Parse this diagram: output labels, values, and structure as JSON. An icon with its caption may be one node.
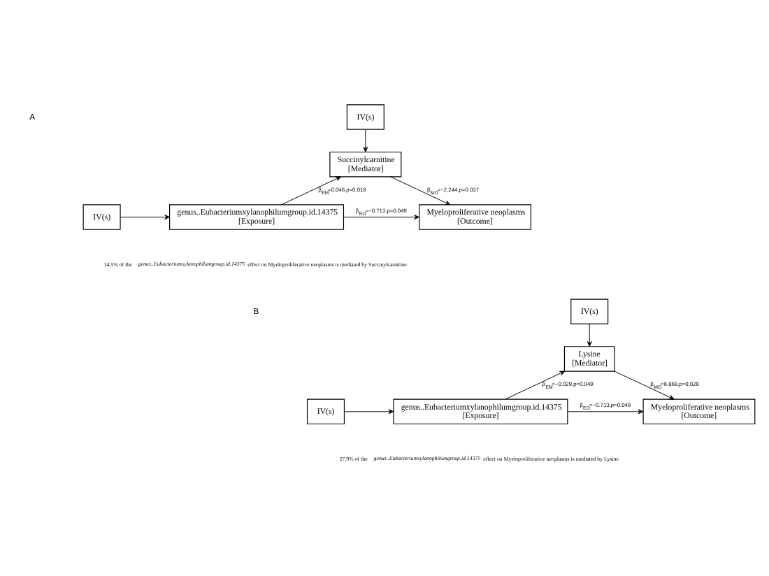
{
  "diagram": {
    "nodes": [
      {
        "text": [
          "IV(s)"
        ]
      },
      {
        "text": [
          "Succinylcarnitine",
          "[Mediator]"
        ]
      },
      {
        "text": [
          "IV(s)"
        ]
      },
      {
        "text": [
          "genus..Eubacteriumxylanophilumgroup.id.14375",
          "[Exposure]"
        ]
      },
      {
        "text": [
          "Myeloproliferative neoplasms",
          "[Outcome]"
        ]
      },
      {
        "text": [
          "IV(s)"
        ]
      },
      {
        "text": [
          "Lysine",
          "[Mediator]"
        ]
      },
      {
        "text": [
          "IV(s)"
        ]
      },
      {
        "text": [
          "genus..Eubacteriumxylanophilumgroup.id.14375",
          "[Exposure]"
        ]
      },
      {
        "text": [
          "Myeloproliferative neoplasms",
          "[Outcome]"
        ]
      }
    ],
    "edges": [
      {
        "from": 0,
        "to": 1,
        "arrow": "to"
      },
      {
        "from": 3,
        "to": 1,
        "arrow": "to",
        "label": "β$_{EM}$=0.046,p=0.018"
      },
      {
        "from": 1,
        "to": 4,
        "arrow": "to",
        "label": "β$_{MO}$=−2.244,p=0.037"
      },
      {
        "from": 2,
        "to": 3,
        "arrow": "to"
      },
      {
        "from": 3,
        "to": 4,
        "arrow": "to",
        "label": "β$_{EO}$=−0.713,p=0.049"
      },
      {
        "from": 5,
        "to": 6,
        "arrow": "to"
      },
      {
        "from": 8,
        "to": 6,
        "arrow": "to",
        "label": "β$_{EM}$=−0.029,p=0.049"
      },
      {
        "from": 6,
        "to": 9,
        "arrow": "to",
        "label": "β$_{MO}$=6.868,p=0.029"
      },
      {
        "from": 7,
        "to": 8,
        "arrow": "to"
      },
      {
        "from": 8,
        "to": 9,
        "arrow": "to",
        "label": "β$_{EO}$=−0.713,p=0.049"
      }
    ],
    "labels": [
      "A",
      "14.5% of the *genus..Eubacteriumxylanophilumgroup.id.14375* effect on Myeloproliferative neoplasms is mediated by Succinylcarnitine",
      "B",
      "27.9% of the *genus..Eubacteriumxylanophilumgroup.id.14375* effect on Myeloproliferative neoplasms is mediated by Lysine"
    ]
  }
}
